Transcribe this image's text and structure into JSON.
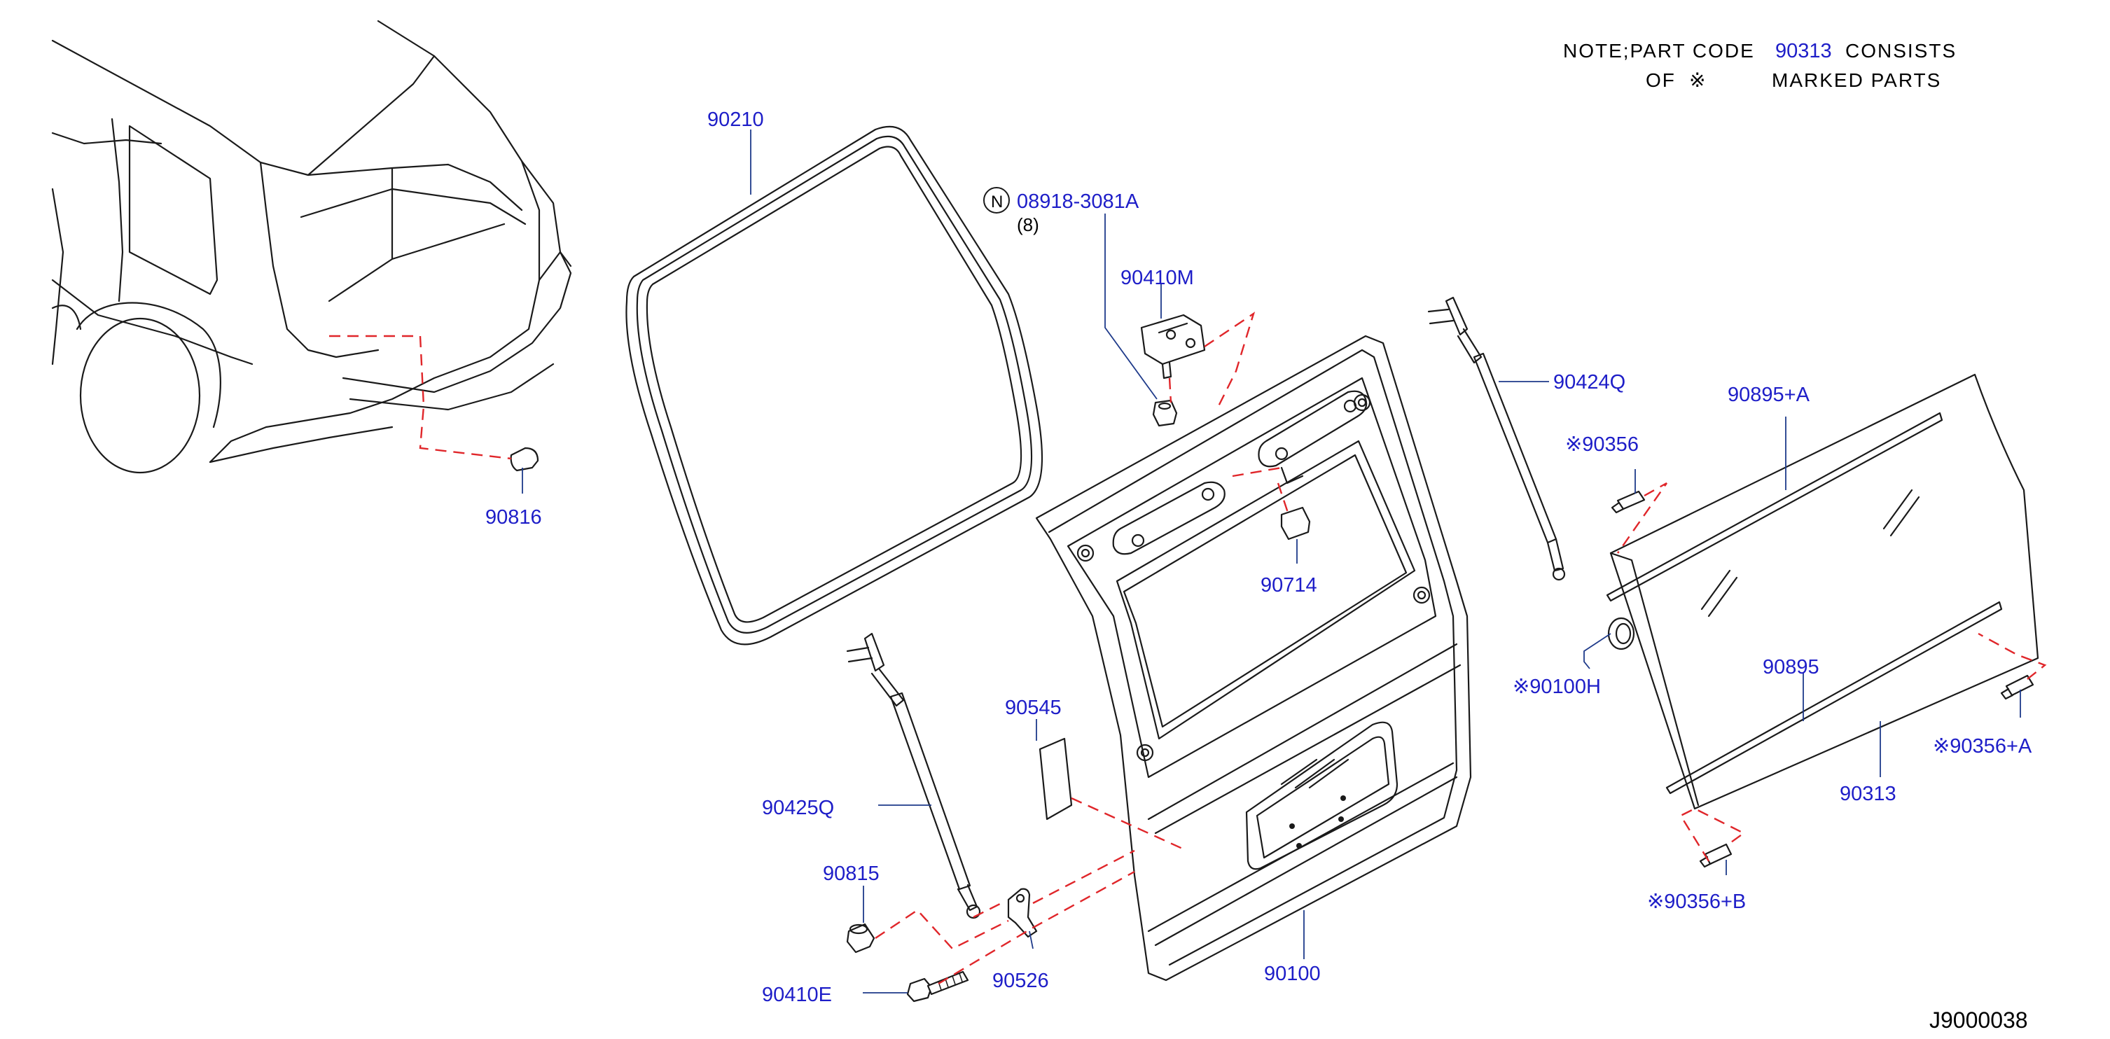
{
  "note": {
    "line1_prefix": "NOTE;PART  CODE",
    "line1_code": "90313",
    "line1_suffix": "CONSISTS",
    "line2_of": "OF",
    "line2_mark": "※",
    "line2_suffix": "MARKED  PARTS"
  },
  "diagram_id": "J9000038",
  "callouts": {
    "p90210": "90210",
    "p90816": "90816",
    "p08918": "08918-3081A",
    "p08918_qty": "(8)",
    "p08918_circle": "N",
    "p90410M": "90410M",
    "p90424Q": "90424Q",
    "p90714": "90714",
    "p90895A": "90895+A",
    "p90356": "※90356",
    "p90100H": "※90100H",
    "p90895": "90895",
    "p90356A": "※90356+A",
    "p90313": "90313",
    "p90356B": "※90356+B",
    "p90545": "90545",
    "p90425Q": "90425Q",
    "p90815": "90815",
    "p90526": "90526",
    "p90410E": "90410E",
    "p90100": "90100"
  },
  "colors": {
    "link": "#1e1ec8",
    "leader": "#1e3a8a",
    "dashed": "#e0262a",
    "line": "#1a1a1a"
  }
}
